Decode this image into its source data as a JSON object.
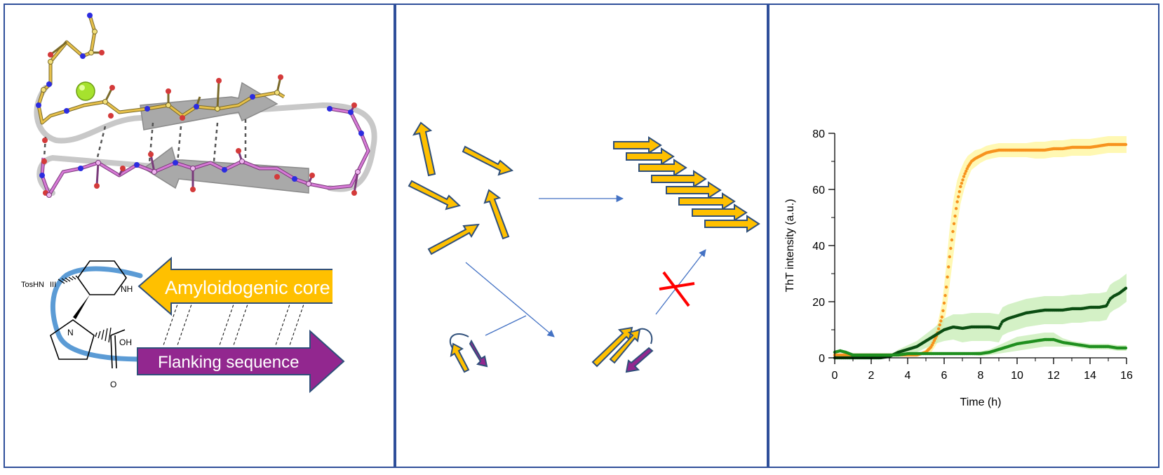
{
  "colors": {
    "panel_border": "#2f4f9a",
    "amyloid_yellow": "#ffc000",
    "arrow_outline": "#2f4f7a",
    "flank_purple": "#92278f",
    "linker_blue": "#5b9bd5",
    "red_cross": "#ff0000",
    "strand_grey": "#b4b4b4",
    "chloride_green": "#a6e22e",
    "atom_yellow": "#e6c04a",
    "atom_pink": "#d67ad6",
    "atom_blue": "#2c2ce0",
    "atom_red": "#d43a3a"
  },
  "panel_left": {
    "structure_icon": "peptide-beta-hairpin-structure",
    "molecule": {
      "tos_label": "TosHN",
      "nh_label": "NH",
      "n_label": "N",
      "oh_label": "OH",
      "o_label": "O"
    },
    "core_label": "Amyloidogenic core",
    "flank_label": "Flanking sequence"
  },
  "panel_middle": {
    "scheme": "aggregation-scheme",
    "blocked_marker": "red-x"
  },
  "chart_data": {
    "type": "scatter",
    "title": "",
    "xlabel": "Time (h)",
    "ylabel": "ThT intensity (a.u.)",
    "xlim": [
      0,
      16
    ],
    "ylim": [
      0,
      80
    ],
    "xticks": [
      0,
      2,
      4,
      6,
      8,
      10,
      12,
      14,
      16
    ],
    "yticks": [
      0,
      20,
      40,
      60,
      80
    ],
    "grid": false,
    "legend": "none",
    "series": [
      {
        "color": "#f7931e",
        "band_color": "#fff59a",
        "x": [
          0,
          0.5,
          1,
          1.5,
          2,
          2.5,
          3,
          3.5,
          4,
          4.5,
          5,
          5.3,
          5.6,
          5.9,
          6.1,
          6.3,
          6.5,
          6.7,
          6.9,
          7.1,
          7.3,
          7.5,
          7.7,
          8,
          8.3,
          8.6,
          9,
          9.5,
          10,
          10.5,
          11,
          11.5,
          12,
          12.5,
          13,
          13.5,
          14,
          14.5,
          15,
          15.5,
          16
        ],
        "y": [
          1,
          1,
          1,
          1,
          1,
          1,
          1,
          1,
          1,
          1,
          2,
          4,
          8,
          15,
          24,
          36,
          46,
          55,
          61,
          65,
          68,
          70,
          71,
          72,
          73,
          73.5,
          74,
          74,
          74,
          74,
          74,
          74,
          74.5,
          74.5,
          75,
          75,
          75,
          75.5,
          76,
          76,
          76
        ],
        "err": [
          0,
          0,
          0,
          0,
          0,
          0,
          0,
          0,
          0,
          0,
          1,
          2,
          3,
          5,
          8,
          10,
          10,
          8,
          6,
          5,
          4,
          3,
          3,
          2.5,
          2.5,
          2.5,
          2.5,
          2.5,
          2.5,
          2.5,
          3,
          3,
          3,
          3,
          3,
          3,
          3,
          3,
          3,
          3,
          3
        ]
      },
      {
        "color": "#0b4d12",
        "band_color": "#c6ecb3",
        "x": [
          0,
          0.5,
          1,
          1.5,
          2,
          2.5,
          3,
          3.5,
          4,
          4.5,
          5,
          5.5,
          6,
          6.5,
          7,
          7.5,
          8,
          8.5,
          9,
          9.2,
          9.5,
          10,
          10.5,
          11,
          11.5,
          12,
          12.5,
          13,
          13.5,
          14,
          14.5,
          14.9,
          15.1,
          15.3,
          15.6,
          16
        ],
        "y": [
          0,
          0,
          0,
          0,
          0,
          0,
          0.5,
          2,
          3,
          4,
          6,
          8,
          10,
          11,
          10.5,
          11,
          11,
          11,
          10.5,
          13,
          14,
          15,
          16,
          16.5,
          17,
          17,
          17,
          17.5,
          17.5,
          18,
          18,
          18.5,
          21,
          22,
          23,
          25
        ],
        "err": [
          0,
          0,
          0,
          0,
          0,
          0,
          0.5,
          1,
          1.5,
          2,
          2.5,
          3,
          4,
          4.5,
          5,
          5,
          5,
          5,
          5,
          5,
          5,
          5,
          5,
          5,
          5,
          5,
          5,
          5,
          5,
          5,
          5,
          5,
          5,
          5,
          5,
          5
        ]
      },
      {
        "color": "#1f8f1f",
        "band_color": "#c6ecb3",
        "x": [
          0,
          0.3,
          0.6,
          1,
          1.5,
          2,
          2.5,
          3,
          3.5,
          4,
          4.5,
          5,
          5.5,
          6,
          6.5,
          7,
          7.5,
          8,
          8.5,
          9,
          9.5,
          10,
          10.5,
          11,
          11.5,
          12,
          12.5,
          13,
          13.5,
          14,
          14.5,
          15,
          15.5,
          16
        ],
        "y": [
          2,
          2.5,
          2,
          1,
          1,
          1,
          1,
          1,
          1,
          1.5,
          1.5,
          1.5,
          1.5,
          1.5,
          1.5,
          1.5,
          1.5,
          1.5,
          2,
          3,
          4,
          5,
          5.5,
          6,
          6.5,
          6.5,
          5.5,
          5,
          4.5,
          4,
          4,
          4,
          3.5,
          3.5
        ],
        "err": [
          0.5,
          0.5,
          0.5,
          0.3,
          0.3,
          0.3,
          0.3,
          0.3,
          0.3,
          0.3,
          0.3,
          0.3,
          0.3,
          0.3,
          0.3,
          0.3,
          0.5,
          0.8,
          1,
          1.5,
          2,
          2.5,
          2.5,
          2.5,
          2.5,
          2.5,
          1.5,
          1,
          1,
          1,
          1,
          1,
          1,
          1
        ]
      }
    ]
  }
}
